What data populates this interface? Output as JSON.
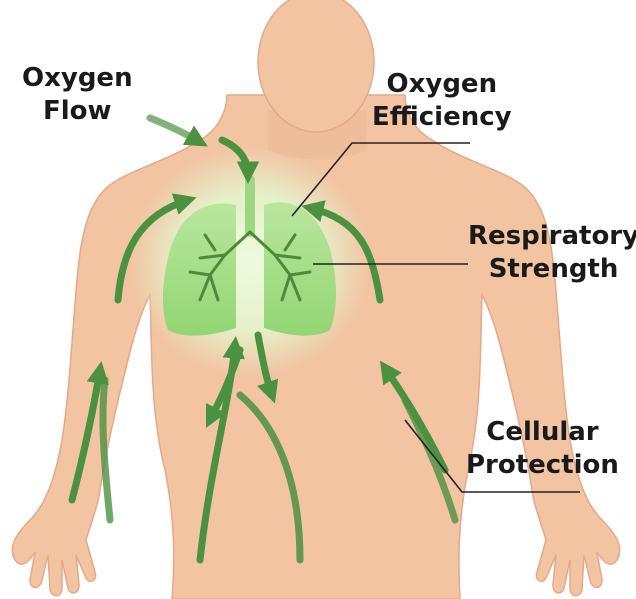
{
  "labels": {
    "oxygen_flow": [
      "Oxygen",
      "Flow"
    ],
    "oxygen_efficiency": [
      "Oxygen",
      "Efficiency"
    ],
    "respiratory_strength": [
      "Respiratory",
      "Strength"
    ],
    "cellular_protection": [
      "Cellular",
      "Protection"
    ]
  },
  "colors": {
    "skin": "#f2c4a2",
    "skin_outline": "#e3a98a",
    "lungs": "#a8df8c",
    "glow": "#dff6c8",
    "bronchi": "#4f8a3a",
    "arrow": "#4a9140",
    "leader_line": "#222222",
    "text": "#1a1a1a"
  }
}
